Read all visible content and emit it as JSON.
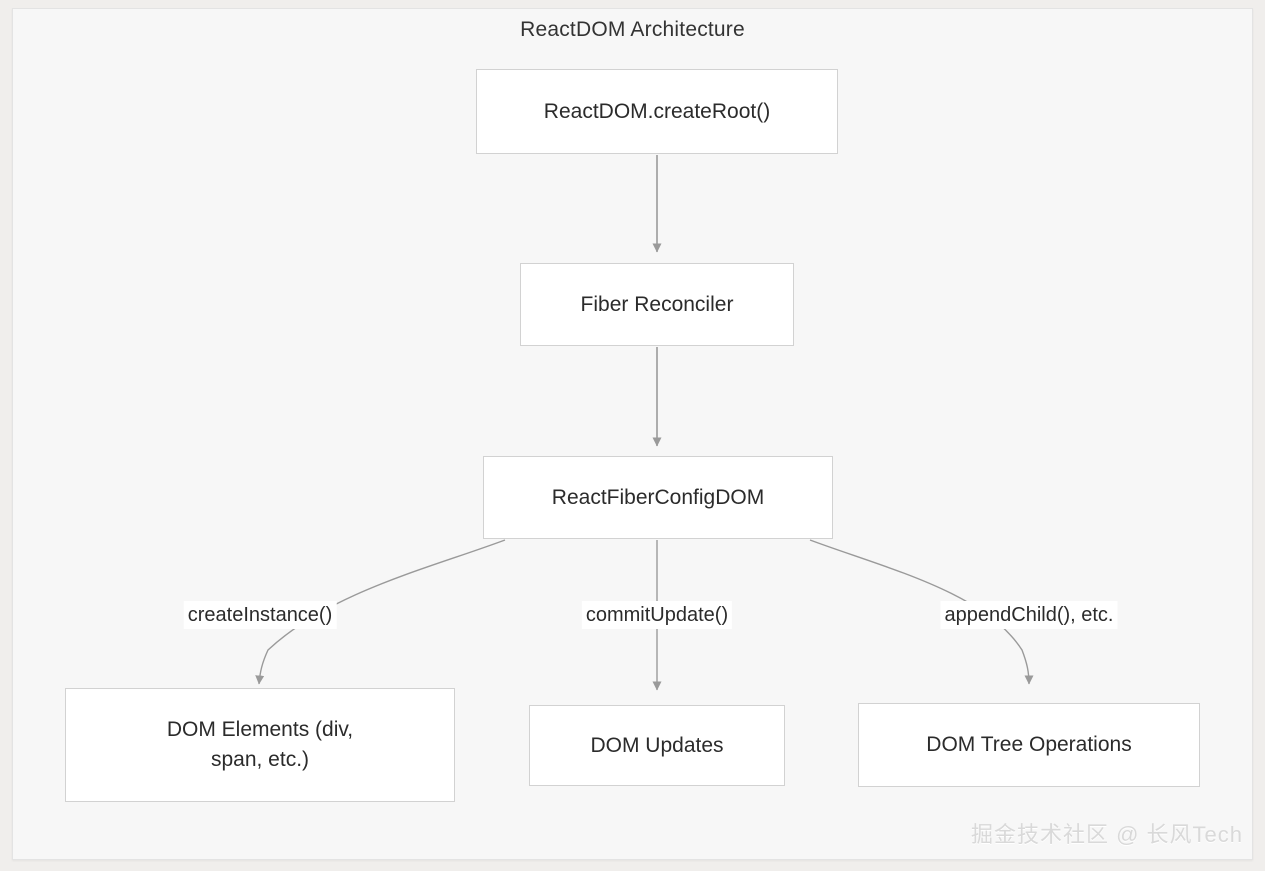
{
  "diagram": {
    "title": "ReactDOM Architecture",
    "type": "flowchart",
    "colors": {
      "page_background": "#f0eeec",
      "panel_background": "#f7f7f7",
      "node_fill": "#ffffff",
      "node_border": "#d2d2d2",
      "edge_stroke": "#999999",
      "text": "#2b2b2b",
      "title_text": "#333333",
      "watermark_text": "#d9d9d9"
    },
    "nodes": [
      {
        "id": "create-root",
        "label": "ReactDOM.createRoot()",
        "label_line_2": ""
      },
      {
        "id": "fiber-reconciler",
        "label": "Fiber Reconciler",
        "label_line_2": ""
      },
      {
        "id": "react-fiber-config",
        "label": "ReactFiberConfigDOM",
        "label_line_2": ""
      },
      {
        "id": "dom-elements",
        "label": "DOM Elements (div,",
        "label_line_2": "span, etc.)"
      },
      {
        "id": "dom-updates",
        "label": "DOM Updates",
        "label_line_2": ""
      },
      {
        "id": "dom-tree-operations",
        "label": "DOM Tree Operations",
        "label_line_2": ""
      }
    ],
    "edges": [
      {
        "id": "e1",
        "from": "create-root",
        "to": "fiber-reconciler",
        "label": ""
      },
      {
        "id": "e2",
        "from": "fiber-reconciler",
        "to": "react-fiber-config",
        "label": ""
      },
      {
        "id": "e3",
        "from": "react-fiber-config",
        "to": "dom-elements",
        "label": "createInstance()"
      },
      {
        "id": "e4",
        "from": "react-fiber-config",
        "to": "dom-updates",
        "label": "commitUpdate()"
      },
      {
        "id": "e5",
        "from": "react-fiber-config",
        "to": "dom-tree-operations",
        "label": "appendChild(), etc."
      }
    ],
    "watermark": "掘金技术社区 @ 长风Tech"
  }
}
